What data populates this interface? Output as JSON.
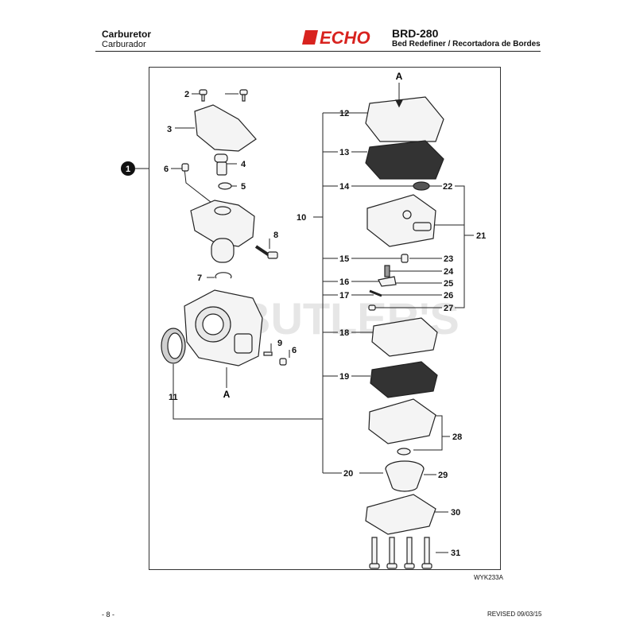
{
  "header": {
    "title_en": "Carburetor",
    "title_es": "Carburador",
    "brand": "ECHO",
    "model": "BRD-280",
    "product": "Bed Redefiner / Recortadora de Bordes"
  },
  "diagram": {
    "assembly_marker": "1",
    "ref_label": "A",
    "labels": [
      "2",
      "3",
      "4",
      "5",
      "6",
      "6",
      "7",
      "8",
      "9",
      "10",
      "11",
      "12",
      "13",
      "14",
      "15",
      "16",
      "17",
      "18",
      "19",
      "20",
      "21",
      "22",
      "23",
      "24",
      "25",
      "26",
      "27",
      "28",
      "29",
      "30",
      "31"
    ],
    "watermark": "BUTLER'S",
    "figure_code": "WYK233A"
  },
  "footer": {
    "page": "- 8 -",
    "revised": "REVISED 09/03/15"
  }
}
